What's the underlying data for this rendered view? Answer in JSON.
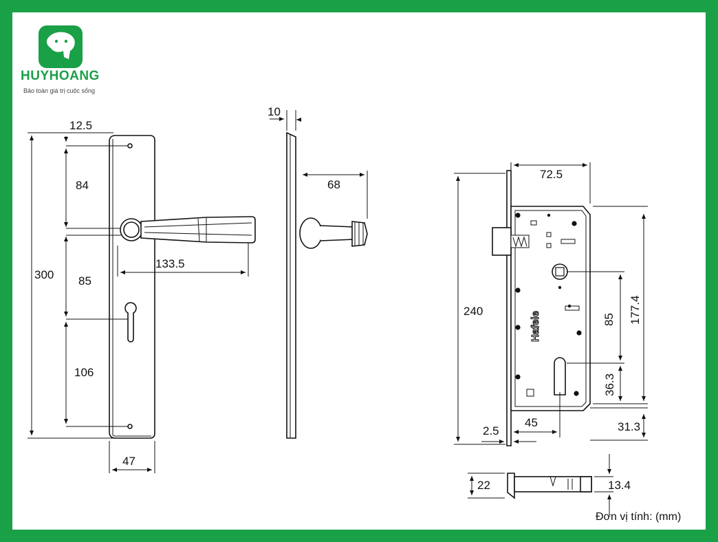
{
  "brand": {
    "name": "HUYHOANG",
    "tagline": "Bảo toàn giá trị cuộc sống",
    "color": "#1aa047"
  },
  "lock_brand_text": "Hafele",
  "unit_note": "Đơn vị tính: (mm)",
  "dimensions": {
    "plate_top_margin": "12.5",
    "plate_seg_1": "84",
    "plate_seg_2": "85",
    "plate_seg_3": "106",
    "plate_height": "300",
    "plate_width": "47",
    "handle_length": "133.5",
    "plate_thickness": "10",
    "handle_projection": "68",
    "body_width": "72.5",
    "body_height": "240",
    "center_distance": "85",
    "body_span": "177.4",
    "cylinder_offset": "36.3",
    "bottom_offset": "31.3",
    "backset": "45",
    "faceplate_thickness": "2.5",
    "latch_height": "22",
    "latch_width": "13.4"
  }
}
